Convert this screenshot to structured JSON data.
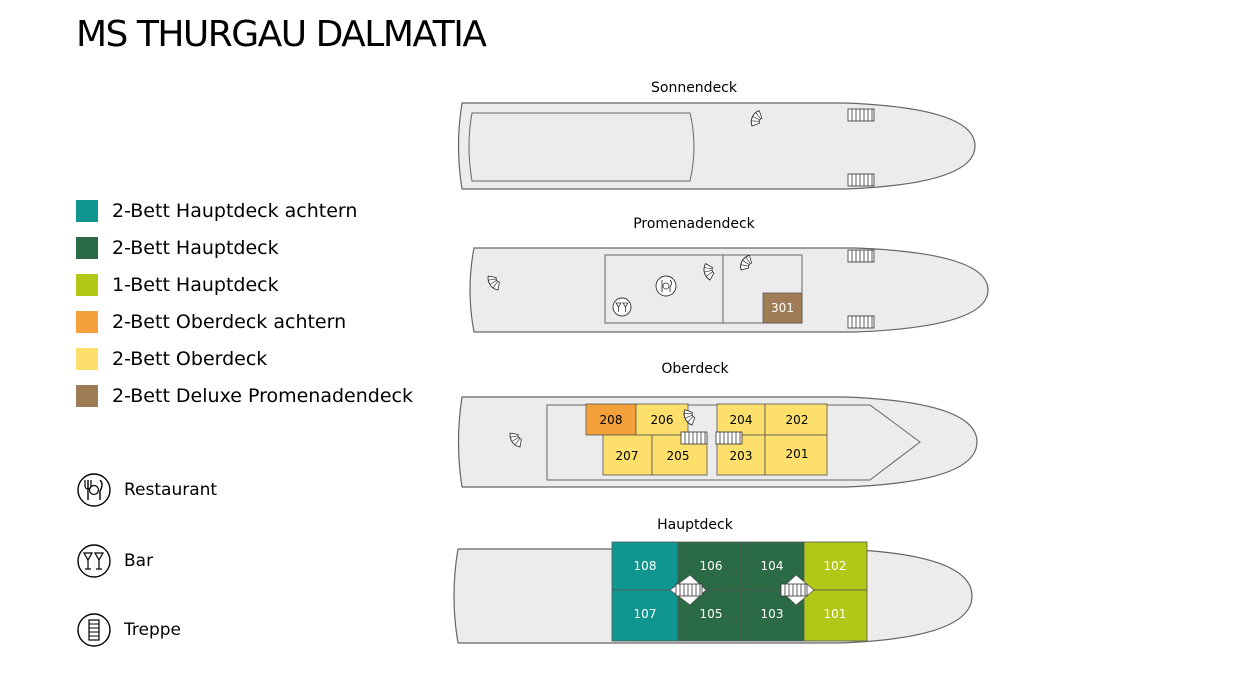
{
  "title": "MS THURGAU DALMATIA",
  "colors": {
    "hauptdeck_achtern": "#0f9690",
    "hauptdeck": "#2a6a45",
    "einbett_hauptdeck": "#b2c816",
    "oberdeck_achtern": "#f4a13c",
    "oberdeck": "#fde06b",
    "deluxe": "#a07c56",
    "hull": "#ececec",
    "outline": "#666666"
  },
  "legend": [
    {
      "label": "2-Bett Hauptdeck achtern",
      "color": "#0f9690"
    },
    {
      "label": "2-Bett Hauptdeck",
      "color": "#2a6a45"
    },
    {
      "label": "1-Bett Hauptdeck",
      "color": "#b2c816"
    },
    {
      "label": "2-Bett Oberdeck achtern",
      "color": "#f4a13c"
    },
    {
      "label": "2-Bett Oberdeck",
      "color": "#fde06b"
    },
    {
      "label": "2-Bett Deluxe Promenadendeck",
      "color": "#a07c56"
    }
  ],
  "icon_legend": {
    "restaurant": "Restaurant",
    "bar": "Bar",
    "treppe": "Treppe"
  },
  "decks": {
    "sonnendeck": {
      "name": "Sonnendeck"
    },
    "promenadendeck": {
      "name": "Promenadendeck",
      "cabins": [
        "301"
      ]
    },
    "oberdeck": {
      "name": "Oberdeck",
      "cabins": [
        "208",
        "206",
        "204",
        "202",
        "207",
        "205",
        "203",
        "201"
      ]
    },
    "hauptdeck": {
      "name": "Hauptdeck",
      "cabins": [
        "108",
        "106",
        "104",
        "102",
        "107",
        "105",
        "103",
        "101"
      ]
    }
  }
}
